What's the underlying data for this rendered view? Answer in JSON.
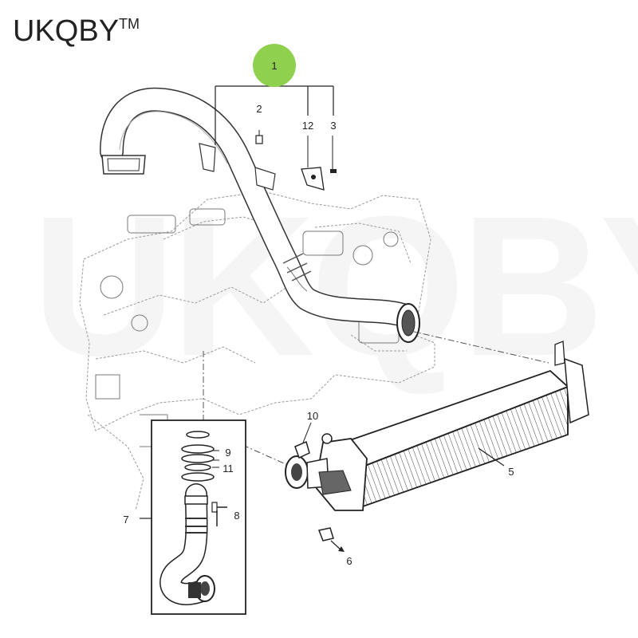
{
  "brand": {
    "name": "UKQBY",
    "tm": "TM"
  },
  "watermark": "UKQBY™",
  "highlight_color": "#8fd14f",
  "callouts": {
    "c1": "1",
    "c2": "2",
    "c3": "3",
    "c5": "5",
    "c6": "6",
    "c7": "7",
    "c8": "8",
    "c9": "9",
    "c10": "10",
    "c11": "11",
    "c12": "12"
  }
}
